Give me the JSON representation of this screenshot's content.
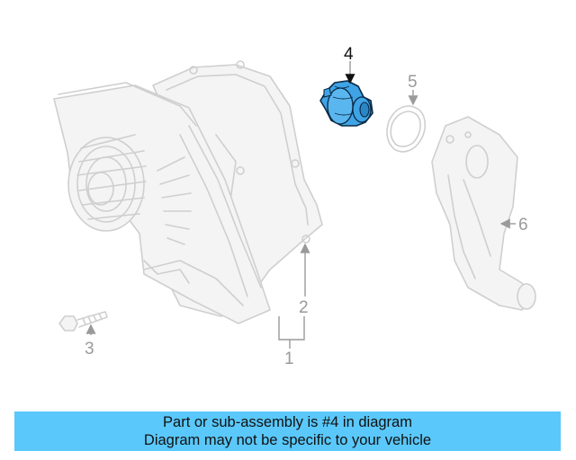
{
  "callouts": {
    "c1": "1",
    "c2": "2",
    "c3": "3",
    "c4": "4",
    "c5": "5",
    "c6": "6"
  },
  "highlight_color": "#3fa4e6",
  "banner": {
    "line1": "Part or sub-assembly is #4 in diagram",
    "line2": "Diagram may not be specific to your vehicle",
    "background": "#5ac8fa"
  }
}
